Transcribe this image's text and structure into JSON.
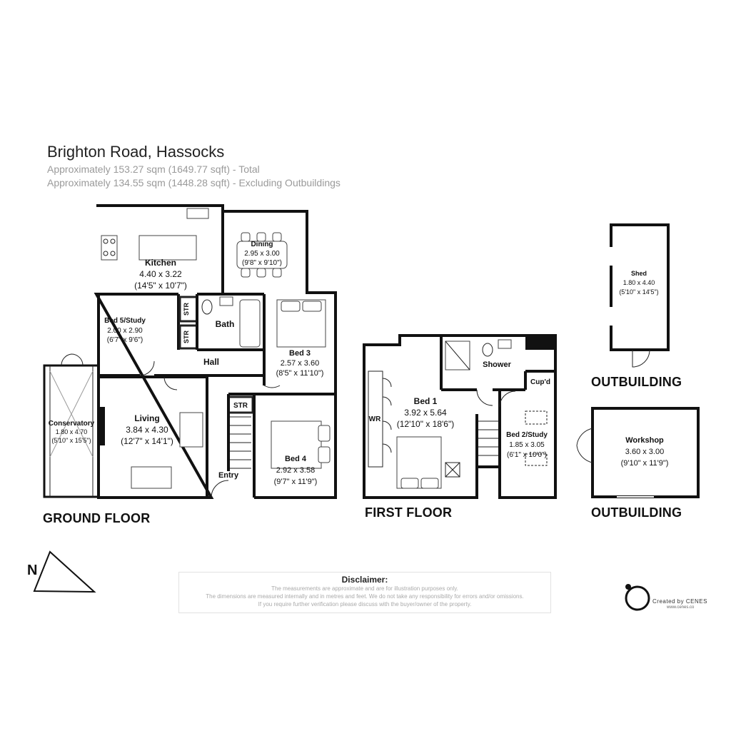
{
  "header": {
    "title": "Brighton Road, Hassocks",
    "total": "Approximately 153.27 sqm (1649.77 sqft) - Total",
    "excluding": "Approximately 134.55 sqm (1448.28 sqft) - Excluding Outbuildings"
  },
  "floors": {
    "ground": "GROUND FLOOR",
    "first": "FIRST FLOOR",
    "outbuilding_1": "OUTBUILDING",
    "outbuilding_2": "OUTBUILDING"
  },
  "rooms": {
    "kitchen": {
      "name": "Kitchen",
      "metric": "4.40 x 3.22",
      "imperial": "(14'5\" x 10'7\")"
    },
    "dining": {
      "name": "Dining",
      "metric": "2.95 x 3.00",
      "imperial": "(9'8\" x 9'10\")"
    },
    "bed5": {
      "name": "Bed 5/Study",
      "metric": "2.00 x 2.90",
      "imperial": "(6'7\" x 9'6\")"
    },
    "bath": {
      "name": "Bath"
    },
    "bed3": {
      "name": "Bed 3",
      "metric": "2.57 x 3.60",
      "imperial": "(8'5\" x 11'10\")"
    },
    "hall": {
      "name": "Hall"
    },
    "conservatory": {
      "name": "Conservatory",
      "metric": "1.80 x 4.70",
      "imperial": "(5'10\" x 15'5\")"
    },
    "living": {
      "name": "Living",
      "metric": "3.84 x 4.30",
      "imperial": "(12'7\" x 14'1\")"
    },
    "bed4": {
      "name": "Bed 4",
      "metric": "2.92 x 3.58",
      "imperial": "(9'7\" x 11'9\")"
    },
    "entry": {
      "name": "Entry"
    },
    "str": "STR",
    "bed1": {
      "name": "Bed 1",
      "metric": "3.92 x 5.64",
      "imperial": "(12'10\" x 18'6\")"
    },
    "shower": {
      "name": "Shower"
    },
    "cupd": {
      "name": "Cup'd"
    },
    "wr": {
      "name": "WR"
    },
    "bed2": {
      "name": "Bed 2/Study",
      "metric": "1.85 x 3.05",
      "imperial": "(6'1\" x 10'0\")"
    },
    "shed": {
      "name": "Shed",
      "metric": "1.80 x 4.40",
      "imperial": "(5'10\" x 14'5\")"
    },
    "workshop": {
      "name": "Workshop",
      "metric": "3.60 x 3.00",
      "imperial": "(9'10\" x 11'9\")"
    }
  },
  "compass": {
    "label": "N"
  },
  "disclaimer": {
    "title": "Disclaimer:",
    "line1": "The measurements are approximate and are for illustration purposes only.",
    "line2": "The dimensions are measured internally and in metres and feet. We do not take any responsibility for errors and/or omissions.",
    "line3": "If you require further verification please discuss with the buyer/owner of the property."
  },
  "brand": {
    "name": "Created by CENES",
    "url": "www.cenes.co"
  }
}
